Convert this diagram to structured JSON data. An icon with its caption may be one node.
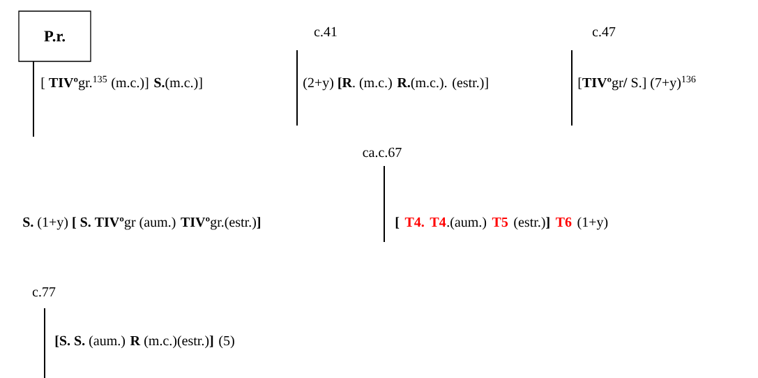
{
  "diagram": {
    "nodes": [
      {
        "text": [
          "P.r."
        ]
      }
    ],
    "labels": [
      "c.41",
      "c.47",
      "[ **TIVº**gr.$^{135}$ (m.c.)]   **S.**(m.c.)]",
      "(2+y) **[R**. (m.c.) **R.**(m.c.). (estr.)]",
      "[**TIVº**gr**/** S.]  (7+y)$^{136}$",
      "ca.c.67",
      "**S.** (1+y)  **[ S. TIVº**gr (aum.) **TIVº**gr.(estr.)**]**",
      "[",
      "T4.",
      "T4",
      ".(aum.)",
      "T5",
      "(estr.)**]**",
      "T6",
      "(1+y)",
      "c.77",
      "**[S. S.** (aum.) **R** (m.c.)(estr.)**]**   (5)"
    ]
  }
}
